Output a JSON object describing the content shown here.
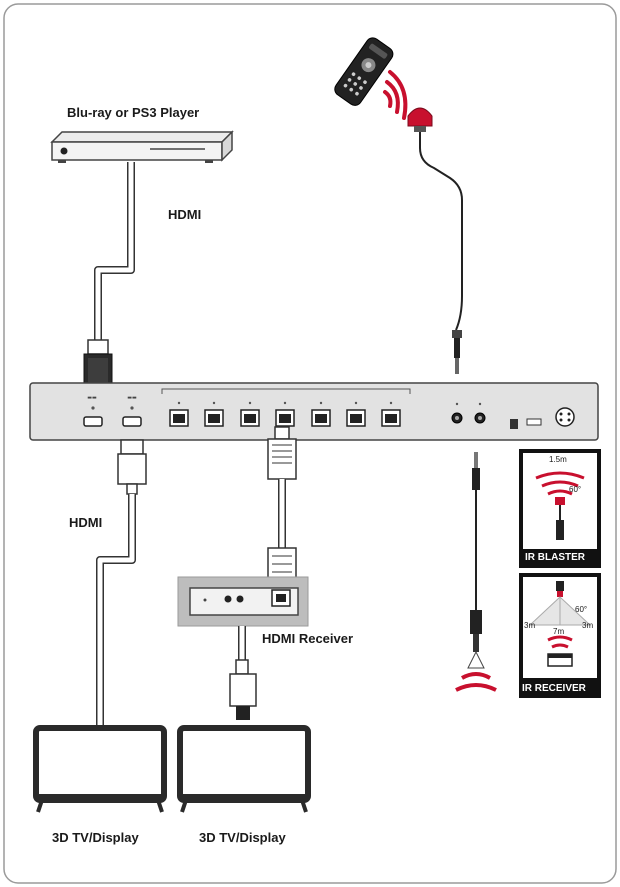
{
  "labels": {
    "player": "Blu-ray or PS3 Player",
    "hdmi_top": "HDMI",
    "hdmi_left": "HDMI",
    "receiver": "HDMI Receiver",
    "display_1": "3D TV/Display",
    "display_2": "3D TV/Display"
  },
  "ir_blaster_panel": {
    "caption": "IR BLASTER",
    "distance": "1.5m",
    "angle": "60°"
  },
  "ir_receiver_panel": {
    "caption": "IR RECEIVER",
    "left_distance": "3m",
    "center_distance": "7m",
    "right_distance": "3m",
    "angle": "60°"
  },
  "colors": {
    "device_fill": "#dcdcdc",
    "device_stroke": "#555555",
    "cable": "#2b2b2b",
    "hdmi_cable": "#ffffff",
    "ir_red": "#c8102e",
    "panel_bg": "#111111",
    "receiver_bg": "#bdbdbd"
  }
}
